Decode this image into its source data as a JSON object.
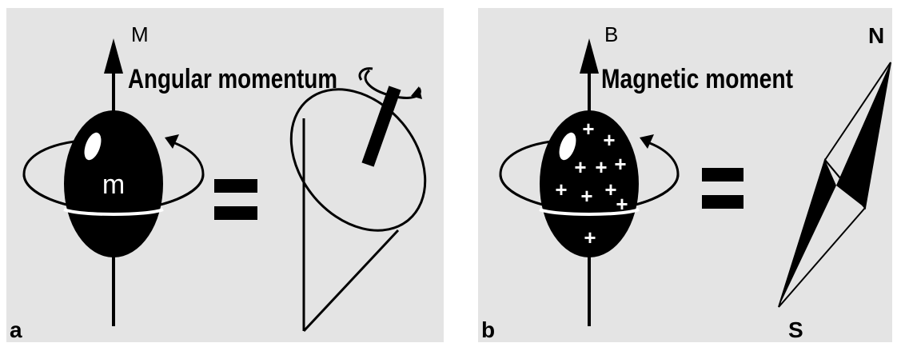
{
  "panels": [
    {
      "letter": "a",
      "axis_label": "M",
      "title": "Angular momentum",
      "sphere_label": "m",
      "equals": "=",
      "background": "#e4e4e4"
    },
    {
      "letter": "b",
      "axis_label": "B",
      "title": "Magnetic moment",
      "equals": "=",
      "north_label": "N",
      "south_label": "S",
      "charge_symbol": "+",
      "background": "#e4e4e4"
    }
  ],
  "colors": {
    "ink": "#000000",
    "background": "#e4e4e4",
    "page": "#ffffff"
  }
}
